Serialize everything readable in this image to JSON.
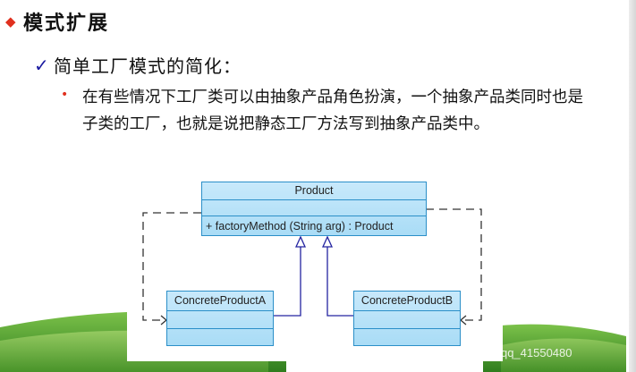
{
  "heading": {
    "icon": "diamond-bullet-icon",
    "text": "模式扩展"
  },
  "subheading": {
    "icon": "checkmark-icon",
    "text": "简单工厂模式的简化："
  },
  "bullet": {
    "icon": "dot-bullet-icon",
    "text": "在有些情况下工厂类可以由抽象产品角色扮演，一个抽象产品类同时也是子类的工厂，也就是说把静态工厂方法写到抽象产品类中。"
  },
  "diagram": {
    "classes": {
      "product": {
        "name": "Product",
        "operation": "+  factoryMethod (String arg)  : Product"
      },
      "concrete_a": {
        "name": "ConcreteProductA"
      },
      "concrete_b": {
        "name": "ConcreteProductB"
      }
    },
    "colors": {
      "class_fill": "#b8e2f8",
      "class_border": "#2b8fc8",
      "inheritance_line": "#2424a0",
      "dependency_line": "#333333"
    }
  },
  "watermark": "https://blog.csdn.net/qq_41550480"
}
